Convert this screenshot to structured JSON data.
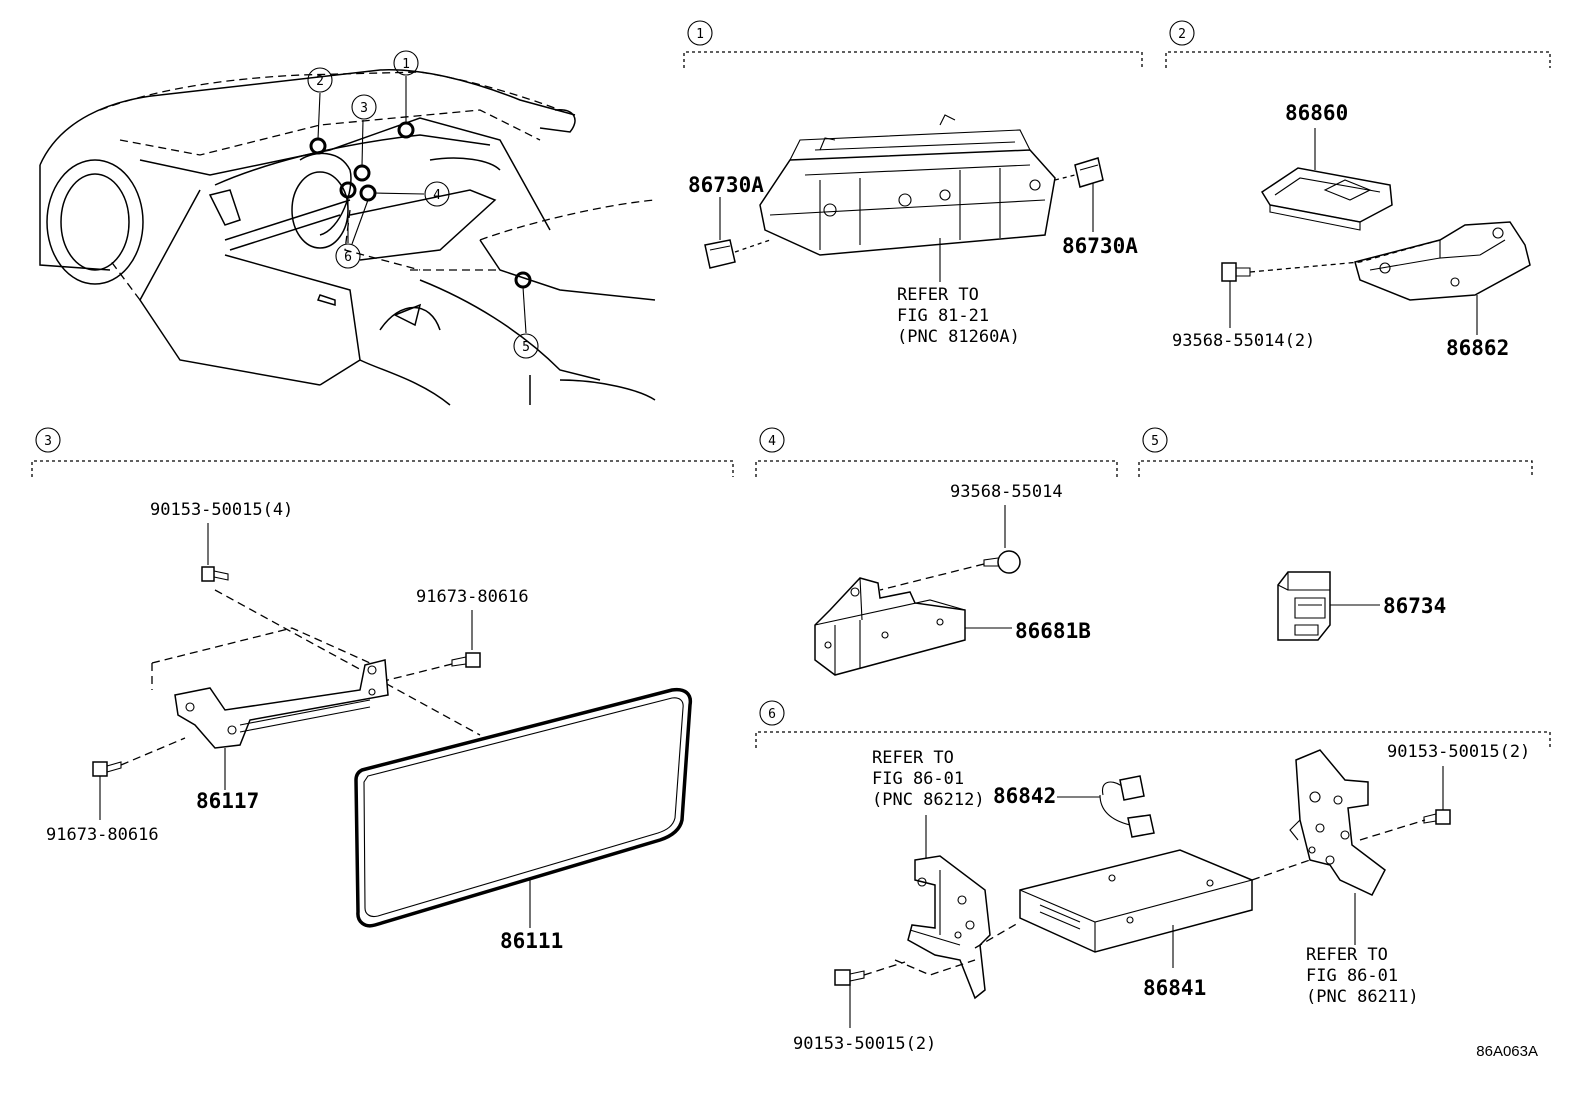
{
  "overview": {
    "markers": [
      "1",
      "2",
      "3",
      "4",
      "5",
      "6"
    ]
  },
  "sections": [
    {
      "id": "1",
      "label": "1"
    },
    {
      "id": "2",
      "label": "2"
    },
    {
      "id": "3",
      "label": "3"
    },
    {
      "id": "4",
      "label": "4"
    },
    {
      "id": "5",
      "label": "5"
    },
    {
      "id": "6",
      "label": "6"
    }
  ],
  "s1": {
    "part_left": "86730A",
    "part_right": "86730A",
    "ref_line1": "REFER TO",
    "ref_line2": "FIG 81-21",
    "ref_line3": "(PNC 81260A)"
  },
  "s2": {
    "part_top": "86860",
    "part_bolt": "93568-55014(2)",
    "part_bracket": "86862"
  },
  "s3": {
    "bolt_top": "90153-50015(4)",
    "bolt_right": "91673-80616",
    "bolt_left": "91673-80616",
    "bracket": "86117",
    "display": "86111"
  },
  "s4": {
    "bolt": "93568-55014",
    "unit": "86681B"
  },
  "s5": {
    "switch": "86734"
  },
  "s6": {
    "ref_left_1": "REFER TO",
    "ref_left_2": "FIG 86-01",
    "ref_left_3": "(PNC 86212)",
    "wire": "86842",
    "bolt_right": "90153-50015(2)",
    "bolt_left": "90153-50015(2)",
    "module": "86841",
    "ref_right_1": "REFER TO",
    "ref_right_2": "FIG 86-01",
    "ref_right_3": "(PNC 86211)"
  },
  "figure_code": "86A063A"
}
